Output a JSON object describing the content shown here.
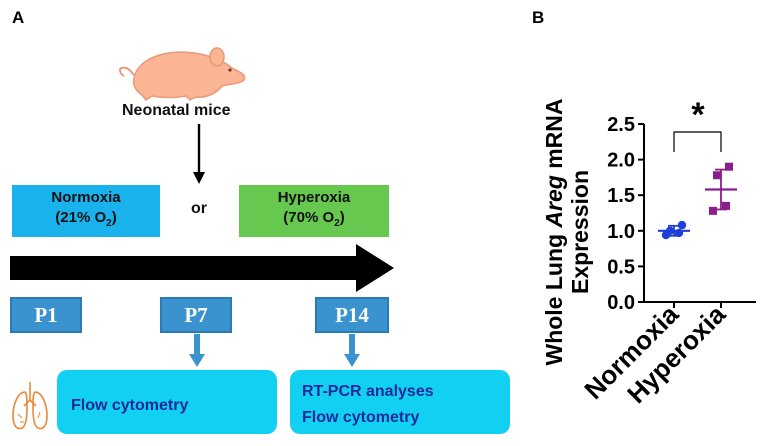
{
  "panel_a": {
    "letter": "A",
    "mouse_label": "Neonatal mice",
    "or_label": "or",
    "normoxia": {
      "line1": "Normoxia",
      "line2_prefix": "(21% O",
      "line2_sub": "2",
      "line2_suffix": ")",
      "color": "#1ab2ec"
    },
    "hyperoxia": {
      "line1": "Hyperoxia",
      "line2_prefix": "(70% O",
      "line2_sub": "2",
      "line2_suffix": ")",
      "color": "#66c84e"
    },
    "timepoints": [
      "P1",
      "P7",
      "P14"
    ],
    "results": [
      {
        "lines": [
          "Flow cytometry"
        ]
      },
      {
        "lines": [
          "RT-PCR analyses",
          "Flow cytometry"
        ]
      }
    ],
    "icons": [
      "mouse-icon",
      "lungs-icon",
      "down-arrow-icon",
      "timeline-arrow-icon"
    ]
  },
  "panel_b": {
    "letter": "B",
    "significance": "*"
  },
  "chart_data": {
    "type": "scatter",
    "title": "",
    "ylabel_parts": [
      "Whole Lung ",
      "Areg",
      " mRNA",
      "Expression"
    ],
    "ylim": [
      0.0,
      2.5
    ],
    "yticks": [
      "0.0",
      "0.5",
      "1.0",
      "1.5",
      "2.0",
      "2.5"
    ],
    "categories": [
      "Normoxia",
      "Hyperoxia"
    ],
    "series": [
      {
        "category": "Normoxia",
        "color": "#1f3fd6",
        "marker": "circle",
        "mean": 1.0,
        "sd": 0.07,
        "values": [
          0.94,
          0.97,
          1.0,
          1.08
        ]
      },
      {
        "category": "Hyperoxia",
        "color": "#8a1e8a",
        "marker": "square",
        "mean": 1.58,
        "sd": 0.28,
        "values": [
          1.28,
          1.35,
          1.78,
          1.9
        ]
      }
    ],
    "grid": false
  }
}
